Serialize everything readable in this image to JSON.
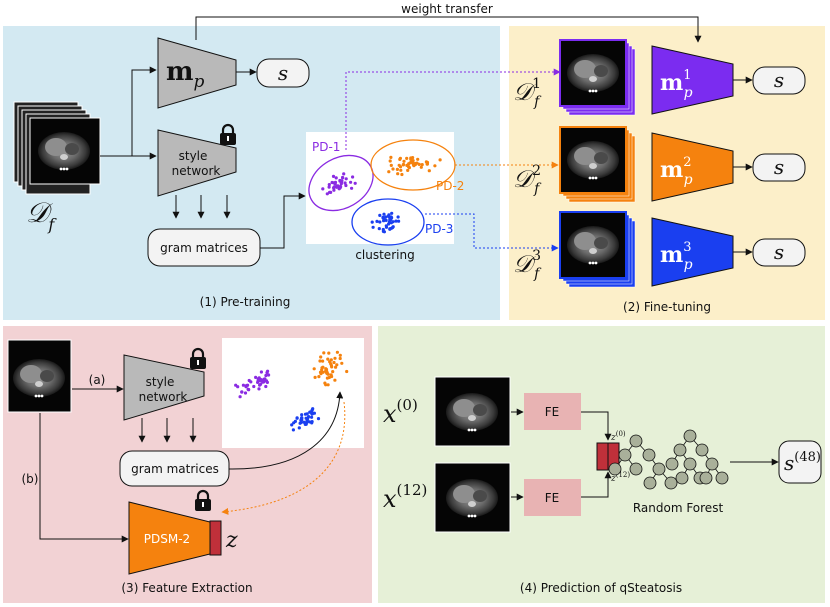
{
  "top": {
    "weight_transfer": "weight transfer"
  },
  "pretraining": {
    "title": "(1) Pre-training",
    "dataset": "𝒟",
    "dataset_sub": "f",
    "model": "m",
    "model_sub": "p",
    "score": "s",
    "style_network_line1": "style",
    "style_network_line2": "network",
    "gram_matrices": "gram matrices",
    "clustering": "clustering",
    "clusters": [
      "PD-1",
      "PD-2",
      "PD-3"
    ]
  },
  "finetuning": {
    "title": "(2) Fine-tuning",
    "rows": [
      {
        "dataset": "𝒟",
        "sub": "f",
        "sup": "1",
        "model": "m",
        "model_sub": "p",
        "model_sup": "1",
        "score": "s",
        "color": "#7b2cf0"
      },
      {
        "dataset": "𝒟",
        "sub": "f",
        "sup": "2",
        "model": "m",
        "model_sub": "p",
        "model_sup": "2",
        "score": "s",
        "color": "#f5820e"
      },
      {
        "dataset": "𝒟",
        "sub": "f",
        "sup": "3",
        "model": "m",
        "model_sub": "p",
        "model_sup": "3",
        "score": "s",
        "color": "#1a3ff0"
      }
    ]
  },
  "feature_extraction": {
    "title": "(3) Feature Extraction",
    "path_a": "(a)",
    "path_b": "(b)",
    "style_network_line1": "style",
    "style_network_line2": "network",
    "gram_matrices": "gram matrices",
    "model": "PDSM-2",
    "feature": "z"
  },
  "prediction": {
    "title": "(4) Prediction of qSteatosis",
    "input0": "x",
    "input0_sup": "(0)",
    "input12": "x",
    "input12_sup": "(12)",
    "fe": "FE",
    "z0": "z",
    "z0_sup": "(0)",
    "z12": "z",
    "z12_sup": "(12)",
    "random_forest": "Random Forest",
    "output": "s",
    "output_sup": "(48)"
  },
  "colors": {
    "pretrain_bg": "#d3e9f2",
    "finetune_bg": "#fcefc9",
    "feature_bg": "#f2d2d4",
    "predict_bg": "#e6f0d7",
    "purple": "#8a2be2",
    "orange": "#f5820e",
    "blue": "#1a3ff0",
    "gray_block": "#b9b9b9",
    "fe_block": "#e8b3b3",
    "tree_node": "#a9b09a"
  }
}
